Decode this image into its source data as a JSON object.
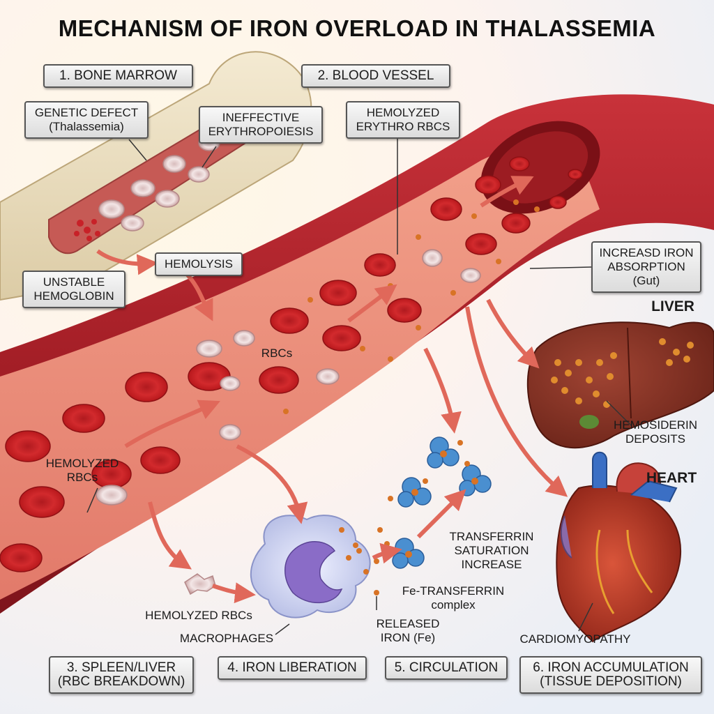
{
  "title": "MECHANISM OF IRON OVERLOAD IN THALASSEMIA",
  "steps": {
    "bone_marrow": "1. BONE MARROW",
    "blood_vessel": "2. BLOOD VESSEL",
    "spleen_liver": [
      "3. SPLEEN/LIVER",
      "(RBC BREAKDOWN)"
    ],
    "iron_liberation": "4. IRON LIBERATION",
    "circulation": "5. CIRCULATION",
    "iron_accumulation": [
      "6. IRON ACCUMULATION",
      "(TISSUE DEPOSITION)"
    ]
  },
  "callouts": {
    "genetic_defect": [
      "GENETIC DEFECT",
      "(Thalassemia)"
    ],
    "ineffective": [
      "INEFFECTIVE",
      "ERYTHROPOIESIS"
    ],
    "hemolyzed_top": [
      "HEMOLYZED",
      "ERYTHRO RBCS"
    ],
    "hemolysis": "HEMOLYSIS",
    "unstable": [
      "UNSTABLE",
      "HEMOGLOBIN"
    ],
    "iron_absorption": [
      "INCREASD IRON",
      "ABSORPTION",
      "(Gut)"
    ]
  },
  "labels": {
    "rbcs": "RBCs",
    "hemolyzed_rbcs_left": [
      "HEMOLYZED",
      "RBCs"
    ],
    "hemolyzed_rbcs_bottom": "HEMOLYZED RBCs",
    "macrophages": "MACROPHAGES",
    "released_iron": [
      "RELEASED",
      "IRON (Fe)"
    ],
    "fe_transferrin": [
      "Fe-TRANSFERRIN",
      "complex"
    ],
    "transferrin_saturation": [
      "TRANSFERRIN",
      "SATURATION",
      "INCREASE"
    ],
    "liver": "LIVER",
    "hemosiderin": [
      "HEMOSIDERIN",
      "DEPOSITS"
    ],
    "heart": "HEART",
    "cardiomyopathy": "CARDIOMYOPATHY"
  }
}
